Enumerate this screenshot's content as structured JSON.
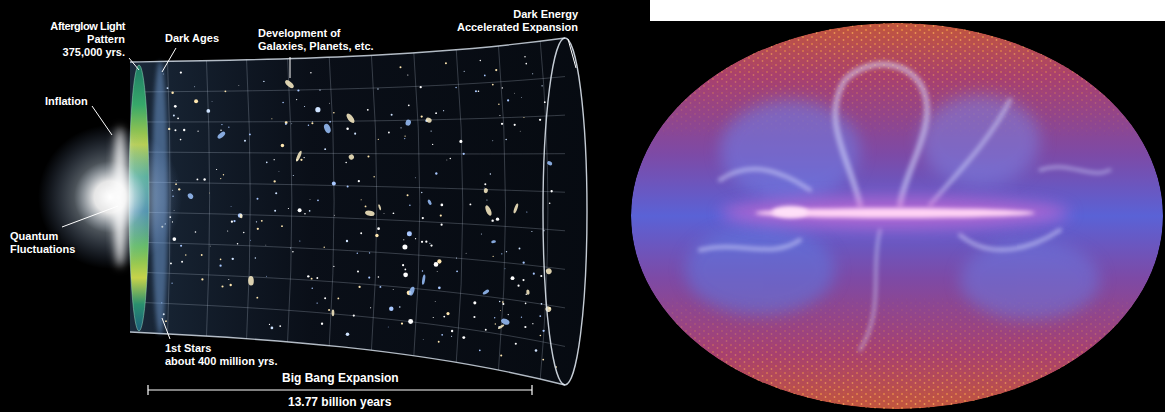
{
  "diagram": {
    "labels": [
      "Afterglow Light Pattern 375,000 yrs.",
      "Dark Ages",
      "Development of Galaxies, Planets, etc.",
      "Dark Energy Accelerated Expansion",
      "Inflation",
      "Quantum Fluctuations",
      "1st Stars about 400 million yrs.",
      "Big Bang Expansion",
      "13.77 billion years"
    ]
  }
}
